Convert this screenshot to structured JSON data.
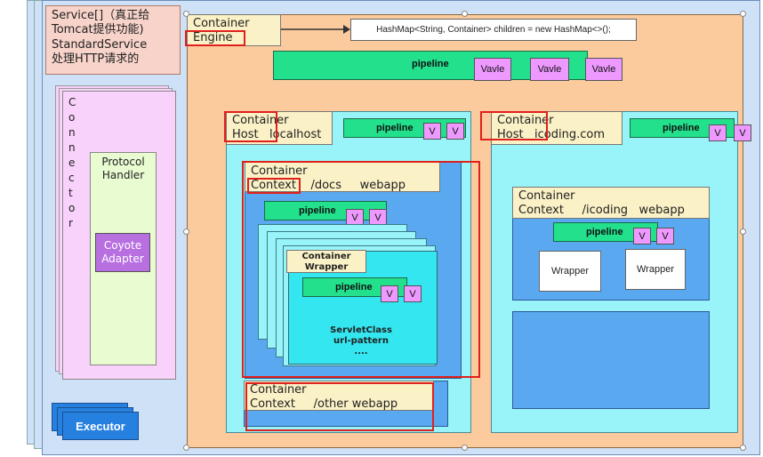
{
  "service": {
    "lines": [
      "Service[]（真正给",
      "Tomcat提供功能)",
      "StandardService",
      "处理HTTP请求的"
    ]
  },
  "connector": {
    "letters": "Connector",
    "protocol_handler": [
      "Protocol",
      "Handler"
    ],
    "coyote_adapter": [
      "Coyote",
      "Adapter"
    ]
  },
  "executor": {
    "label": "Executor"
  },
  "engine": {
    "container": "Container",
    "name": "Engine",
    "hashmap_note": "HashMap<String, Container> children = new HashMap<>();",
    "pipeline": "pipeline",
    "valves": [
      "Vavle",
      "Vavle",
      "Vavle"
    ]
  },
  "host_localhost": {
    "container": "Container",
    "name": "Host",
    "host": "localhost",
    "pipeline": "pipeline",
    "valves": [
      "V",
      "V"
    ]
  },
  "context_docs": {
    "container": "Container",
    "name": "Context",
    "path": "/docs",
    "app": "webapp",
    "pipeline": "pipeline",
    "valves": [
      "V",
      "V"
    ]
  },
  "wrapper": {
    "container": "Container",
    "name": "Wrapper",
    "pipeline": "pipeline",
    "valves": [
      "V",
      "V"
    ],
    "servlet_lines": [
      "ServletClass",
      "url-pattern",
      "...."
    ]
  },
  "context_other": {
    "container": "Container",
    "name": "Context",
    "path": "/other",
    "app": "webapp"
  },
  "host_icoding": {
    "container": "Container",
    "name": "Host",
    "host": "icoding.com",
    "pipeline": "pipeline",
    "valves": [
      "V",
      "V"
    ]
  },
  "context_icoding": {
    "container": "Container",
    "name": "Context",
    "path": "/icoding",
    "app": "webapp",
    "pipeline": "pipeline",
    "valves": [
      "V",
      "V"
    ],
    "wrappers": [
      "Wrapper",
      "Wrapper"
    ]
  }
}
